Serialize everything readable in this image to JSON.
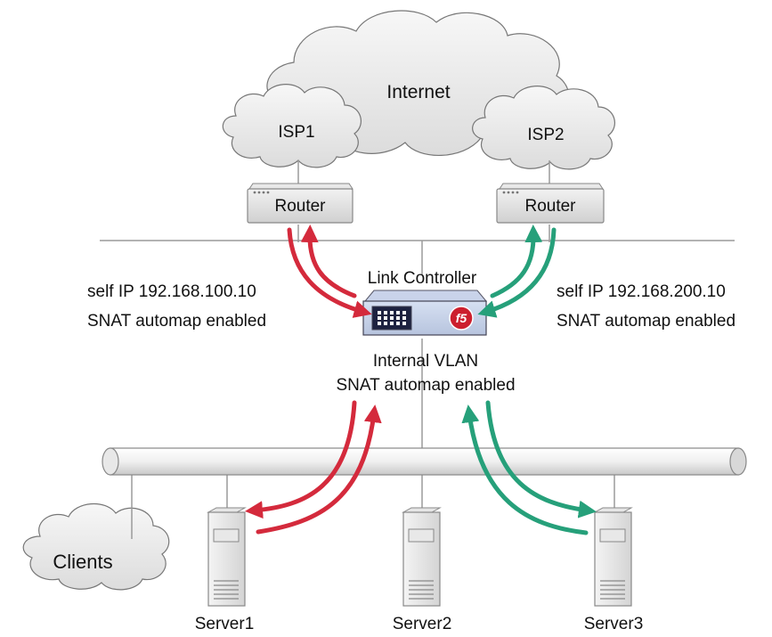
{
  "labels": {
    "internet": "Internet",
    "isp1": "ISP1",
    "isp2": "ISP2",
    "router1": "Router",
    "router2": "Router",
    "link_controller": "Link Controller",
    "left_self_ip": "self IP 192.168.100.10",
    "left_snat": "SNAT automap enabled",
    "right_self_ip": "self IP 192.168.200.10",
    "right_snat": "SNAT automap enabled",
    "internal_vlan": "Internal VLAN",
    "internal_snat": "SNAT automap enabled",
    "clients": "Clients",
    "server1": "Server1",
    "server2": "Server2",
    "server3": "Server3",
    "f5_logo": "f5"
  },
  "colors": {
    "left_path": "#d42a3c",
    "right_path": "#26a07a",
    "lines": "#9a9a9a"
  }
}
